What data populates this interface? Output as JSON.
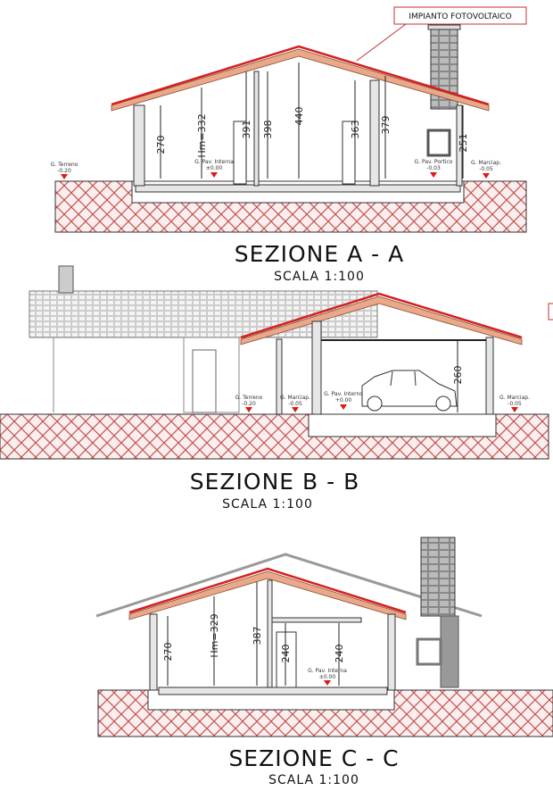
{
  "section_a": {
    "title": "SEZIONE A - A",
    "scale": "SCALA 1:100",
    "callout": "IMPIANTO FOTOVOLTAICO",
    "dimensions": [
      "270",
      "Hm=332",
      "391",
      "398",
      "440",
      "363",
      "379",
      "251"
    ],
    "levels": [
      {
        "label": "G. Terreno",
        "value": "-0.20"
      },
      {
        "label": "G. Pav. Interna",
        "value": "±0.00"
      },
      {
        "label": "G. Pav. Portico",
        "value": "-0.03"
      },
      {
        "label": "G. Marciap.",
        "value": "-0.05"
      }
    ]
  },
  "section_b": {
    "title": "SEZIONE B - B",
    "scale": "SCALA 1:100",
    "dimensions": [
      "260"
    ],
    "levels": [
      {
        "label": "G. Terreno",
        "value": "-0.20"
      },
      {
        "label": "G. Marciap.",
        "value": "-0.05"
      },
      {
        "label": "G. Pav. Interno",
        "value": "+0.00"
      },
      {
        "label": "G. Marciap.",
        "value": "-0.05"
      }
    ]
  },
  "section_c": {
    "title": "SEZIONE C - C",
    "scale": "SCALA 1:100",
    "dimensions": [
      "270",
      "Hm=329",
      "387",
      "240",
      "240"
    ],
    "levels": [
      {
        "label": "G. Pav. Interna",
        "value": "±0.00"
      }
    ]
  },
  "colors": {
    "roof_accent": "#d42020",
    "hatch": "#c0504d",
    "timber": "#e8a88a"
  }
}
